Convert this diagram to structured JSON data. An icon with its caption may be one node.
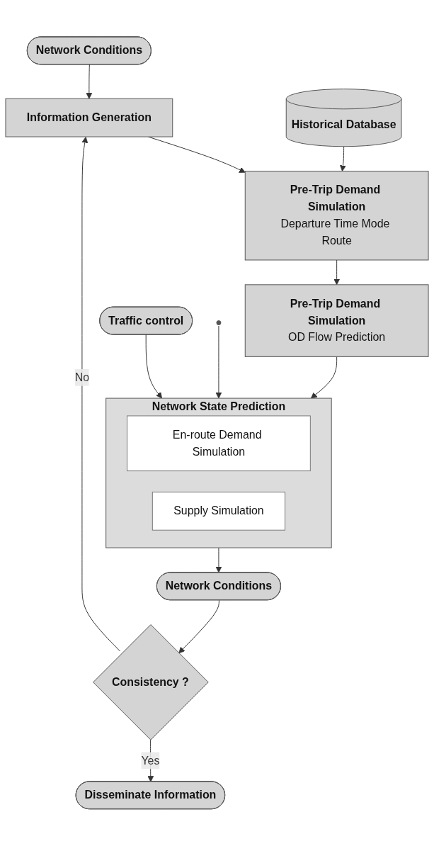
{
  "diagram": {
    "nodes": [
      {
        "text": [
          "Network Conditions"
        ]
      },
      {
        "text": [
          "Information Generation"
        ]
      },
      {
        "text": [
          "Pre-Trip Demand Simulation",
          "Departure Time Mode Route"
        ]
      },
      {
        "text": [
          "Historical Database"
        ]
      },
      {
        "text": [
          "Pre-Trip Demand Simulation",
          "OD Flow Prediction"
        ]
      },
      {
        "text": [
          "Network State Prediction"
        ]
      },
      {
        "text": [
          "En-route Demand Simulation"
        ],
        "in": 5
      },
      {
        "text": [
          "Supply Simulation"
        ],
        "in": 5
      },
      {
        "text": [
          "Traffic control"
        ]
      },
      {
        "text": [
          "Network Conditions"
        ]
      },
      {
        "text": [
          "Consistency ?"
        ]
      },
      {
        "text": [
          "Disseminate Information"
        ]
      }
    ],
    "edges": [
      {
        "from": 0,
        "to": 1,
        "arrow": "to"
      },
      {
        "from": 1,
        "to": 2,
        "arrow": "to"
      },
      {
        "from": 3,
        "to": 2,
        "arrow": "to"
      },
      {
        "from": 2,
        "to": 4,
        "arrow": "to"
      },
      {
        "from": 4,
        "to": 5,
        "arrow": "to"
      },
      {
        "from": 8,
        "to": 5,
        "arrow": "to"
      },
      {
        "from": null,
        "to": 5,
        "arrow": "to"
      },
      {
        "from": 5,
        "to": 9,
        "arrow": "to"
      },
      {
        "from": 9,
        "to": 10,
        "arrow": "to"
      },
      {
        "from": 10,
        "to": 1,
        "label": "No",
        "arrow": "to"
      },
      {
        "from": 10,
        "to": 11,
        "label": "Yes",
        "arrow": "to"
      }
    ]
  }
}
